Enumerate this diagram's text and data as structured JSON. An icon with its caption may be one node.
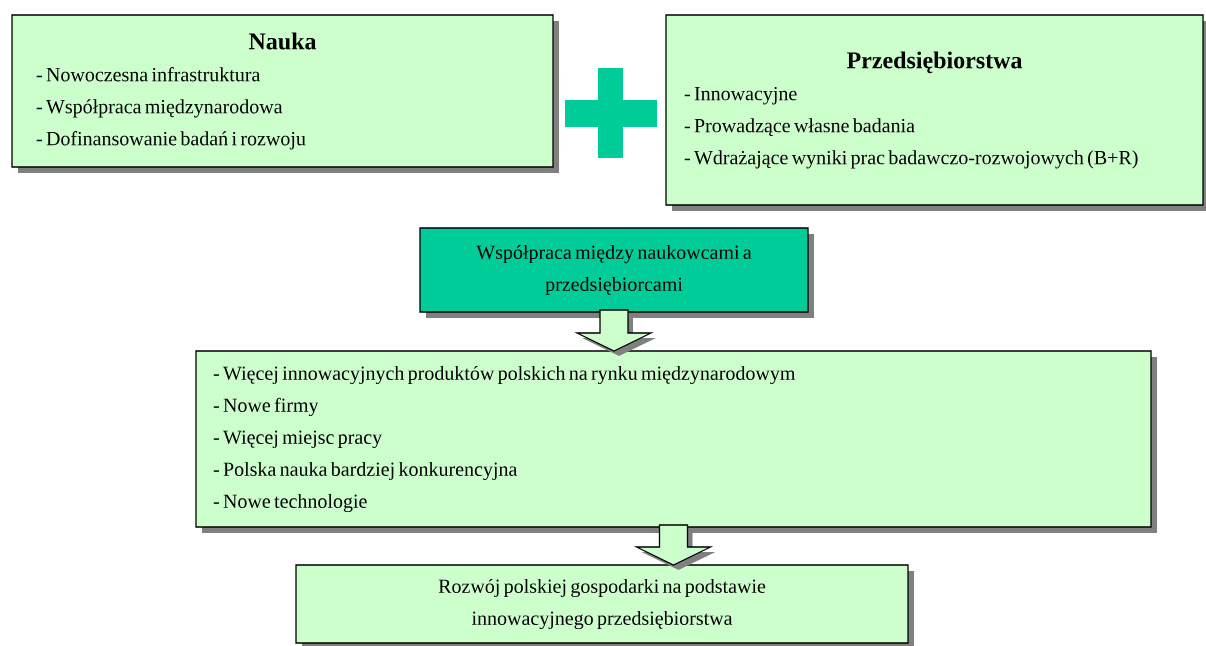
{
  "diagram": {
    "nodes": [
      {
        "text": [
          "Nauka",
          "- Nowoczesna infrastruktura",
          "- Współpraca międzynarodowa",
          "- Dofinansowanie badań i rozwoju"
        ]
      },
      {
        "text": [],
        "shape": "plus"
      },
      {
        "text": [
          "Przedsiębiorstwa",
          "- Innowacyjne",
          "- Prowadzące własne badania",
          "- Wdrażające wyniki prac badawczo-rozwojowych (B+R)"
        ]
      },
      {
        "text": [
          "Współpraca między naukowcami a przedsiębiorcami"
        ]
      },
      {
        "text": [
          "- Więcej innowacyjnych produktów polskich na rynku międzynarodowym",
          "- Nowe firmy",
          "- Więcej miejsc pracy",
          "- Polska nauka bardziej konkurencyjna",
          "- Nowe technologie"
        ]
      },
      {
        "text": [
          "Rozwój polskiej gospodarki na podstawie innowacyjnego przedsiębiorstwa"
        ]
      }
    ],
    "edges": [
      {
        "from": 3,
        "to": 4,
        "arrow": "to"
      },
      {
        "from": 4,
        "to": 5,
        "arrow": "to"
      }
    ]
  }
}
